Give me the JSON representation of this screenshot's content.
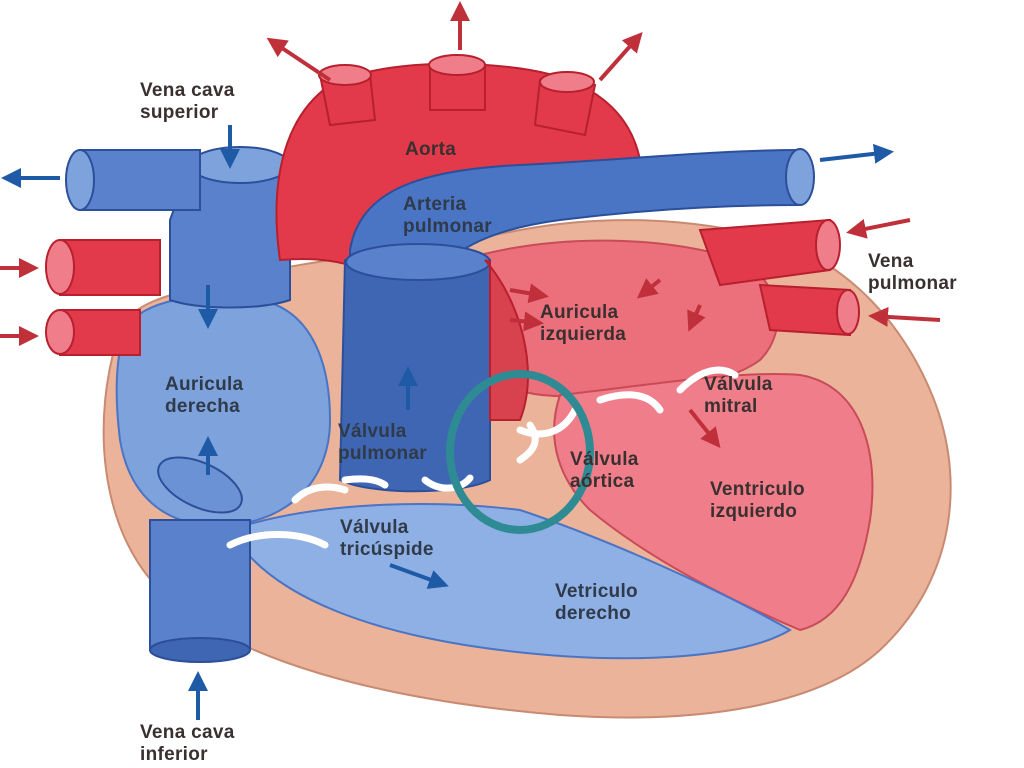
{
  "labels": {
    "vena_cava_superior": [
      "Vena cava",
      "superior"
    ],
    "aorta": [
      "Aorta"
    ],
    "arteria_pulmonar": [
      "Arteria",
      "pulmonar"
    ],
    "vena_pulmonar": [
      "Vena",
      "pulmonar"
    ],
    "auricula_izquierda": [
      "Auricula",
      "izquierda"
    ],
    "auricula_derecha": [
      "Auricula",
      "derecha"
    ],
    "valvula_mitral": [
      "Válvula",
      "mitral"
    ],
    "valvula_pulmonar": [
      "Válvula",
      "pulmonar"
    ],
    "valvula_aortica": [
      "Válvula",
      "aórtica"
    ],
    "ventriculo_izquierdo": [
      "Ventriculo",
      "izquierdo"
    ],
    "valvula_tricuspide": [
      "Válvula",
      "tricúspide"
    ],
    "vetriculo_derecho": [
      "Vetriculo",
      "derecho"
    ],
    "vena_cava_inferior": [
      "Vena cava",
      "inferior"
    ]
  },
  "colors": {
    "oxygenated": "#e23a4a",
    "oxygenated_dark": "#b8202e",
    "deoxygenated": "#4a74c4",
    "deoxygenated_dark": "#2c4f9a",
    "myocardium": "#eab39a",
    "arrow_blue": "#1f5aa6",
    "arrow_red": "#c0303a",
    "highlight_ring": "#2e8b94"
  },
  "annotation": {
    "highlight": "valvula_aortica_ring"
  }
}
